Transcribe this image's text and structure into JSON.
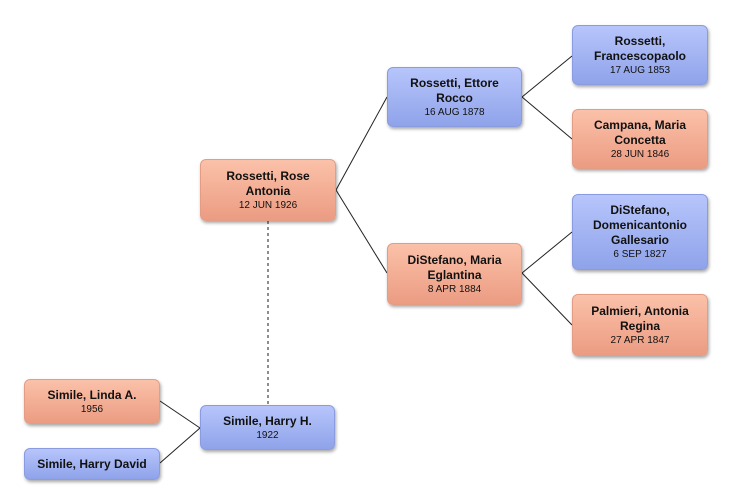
{
  "people": {
    "francescopaolo": {
      "name": "Rossetti, Francescopaolo",
      "date": "17 AUG 1853",
      "sex": "male"
    },
    "maria_concetta": {
      "name": "Campana, Maria Concetta",
      "date": "28 JUN 1846",
      "sex": "female"
    },
    "domenicantonio": {
      "name": "DiStefano, Domenicantonio Gallesario",
      "date": "6 SEP 1827",
      "sex": "male"
    },
    "antonia_regina": {
      "name": "Palmieri, Antonia Regina",
      "date": "27 APR 1847",
      "sex": "female"
    },
    "ettore": {
      "name": "Rossetti, Ettore Rocco",
      "date": "16 AUG 1878",
      "sex": "male"
    },
    "maria_eglantina": {
      "name": "DiStefano, Maria Eglantina",
      "date": "8 APR 1884",
      "sex": "female"
    },
    "rose": {
      "name": "Rossetti, Rose Antonia",
      "date": "12 JUN 1926",
      "sex": "female"
    },
    "harry_h": {
      "name": "Simile, Harry H.",
      "date": "1922",
      "sex": "male"
    },
    "linda": {
      "name": "Simile, Linda A.",
      "date": "1956",
      "sex": "female"
    },
    "harry_david": {
      "name": "Simile, Harry David",
      "date": "",
      "sex": "male"
    }
  },
  "colors": {
    "male": "#9fb0f0",
    "female": "#f2aa90",
    "line": "#222222"
  }
}
